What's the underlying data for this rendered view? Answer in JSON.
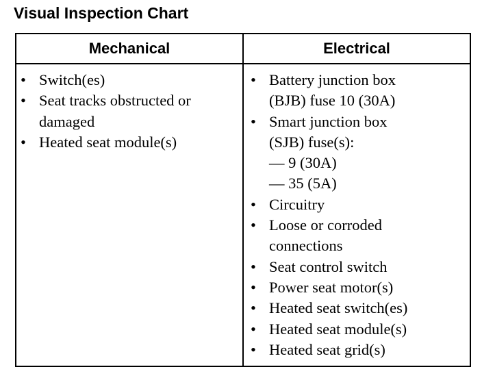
{
  "title": "Visual Inspection Chart",
  "bullet_glyph": "•",
  "table": {
    "mechanical_header": "Mechanical",
    "electrical_header": "Electrical",
    "mechanical": [
      [
        "Switch(es)"
      ],
      [
        "Seat tracks obstructed or",
        "damaged"
      ],
      [
        "Heated seat module(s)"
      ]
    ],
    "electrical_1": [
      "Battery junction box",
      "(BJB) fuse 10 (30A)"
    ],
    "electrical_2": [
      "Smart junction box",
      "(SJB) fuse(s):"
    ],
    "electrical_2_subitems": [
      "— 9 (30A)",
      "— 35 (5A)"
    ],
    "electrical_rest": [
      [
        "Circuitry"
      ],
      [
        "Loose or corroded",
        "connections"
      ],
      [
        "Seat control switch"
      ],
      [
        "Power seat motor(s)"
      ],
      [
        "Heated seat switch(es)"
      ],
      [
        "Heated seat module(s)"
      ],
      [
        "Heated seat grid(s)"
      ]
    ]
  }
}
